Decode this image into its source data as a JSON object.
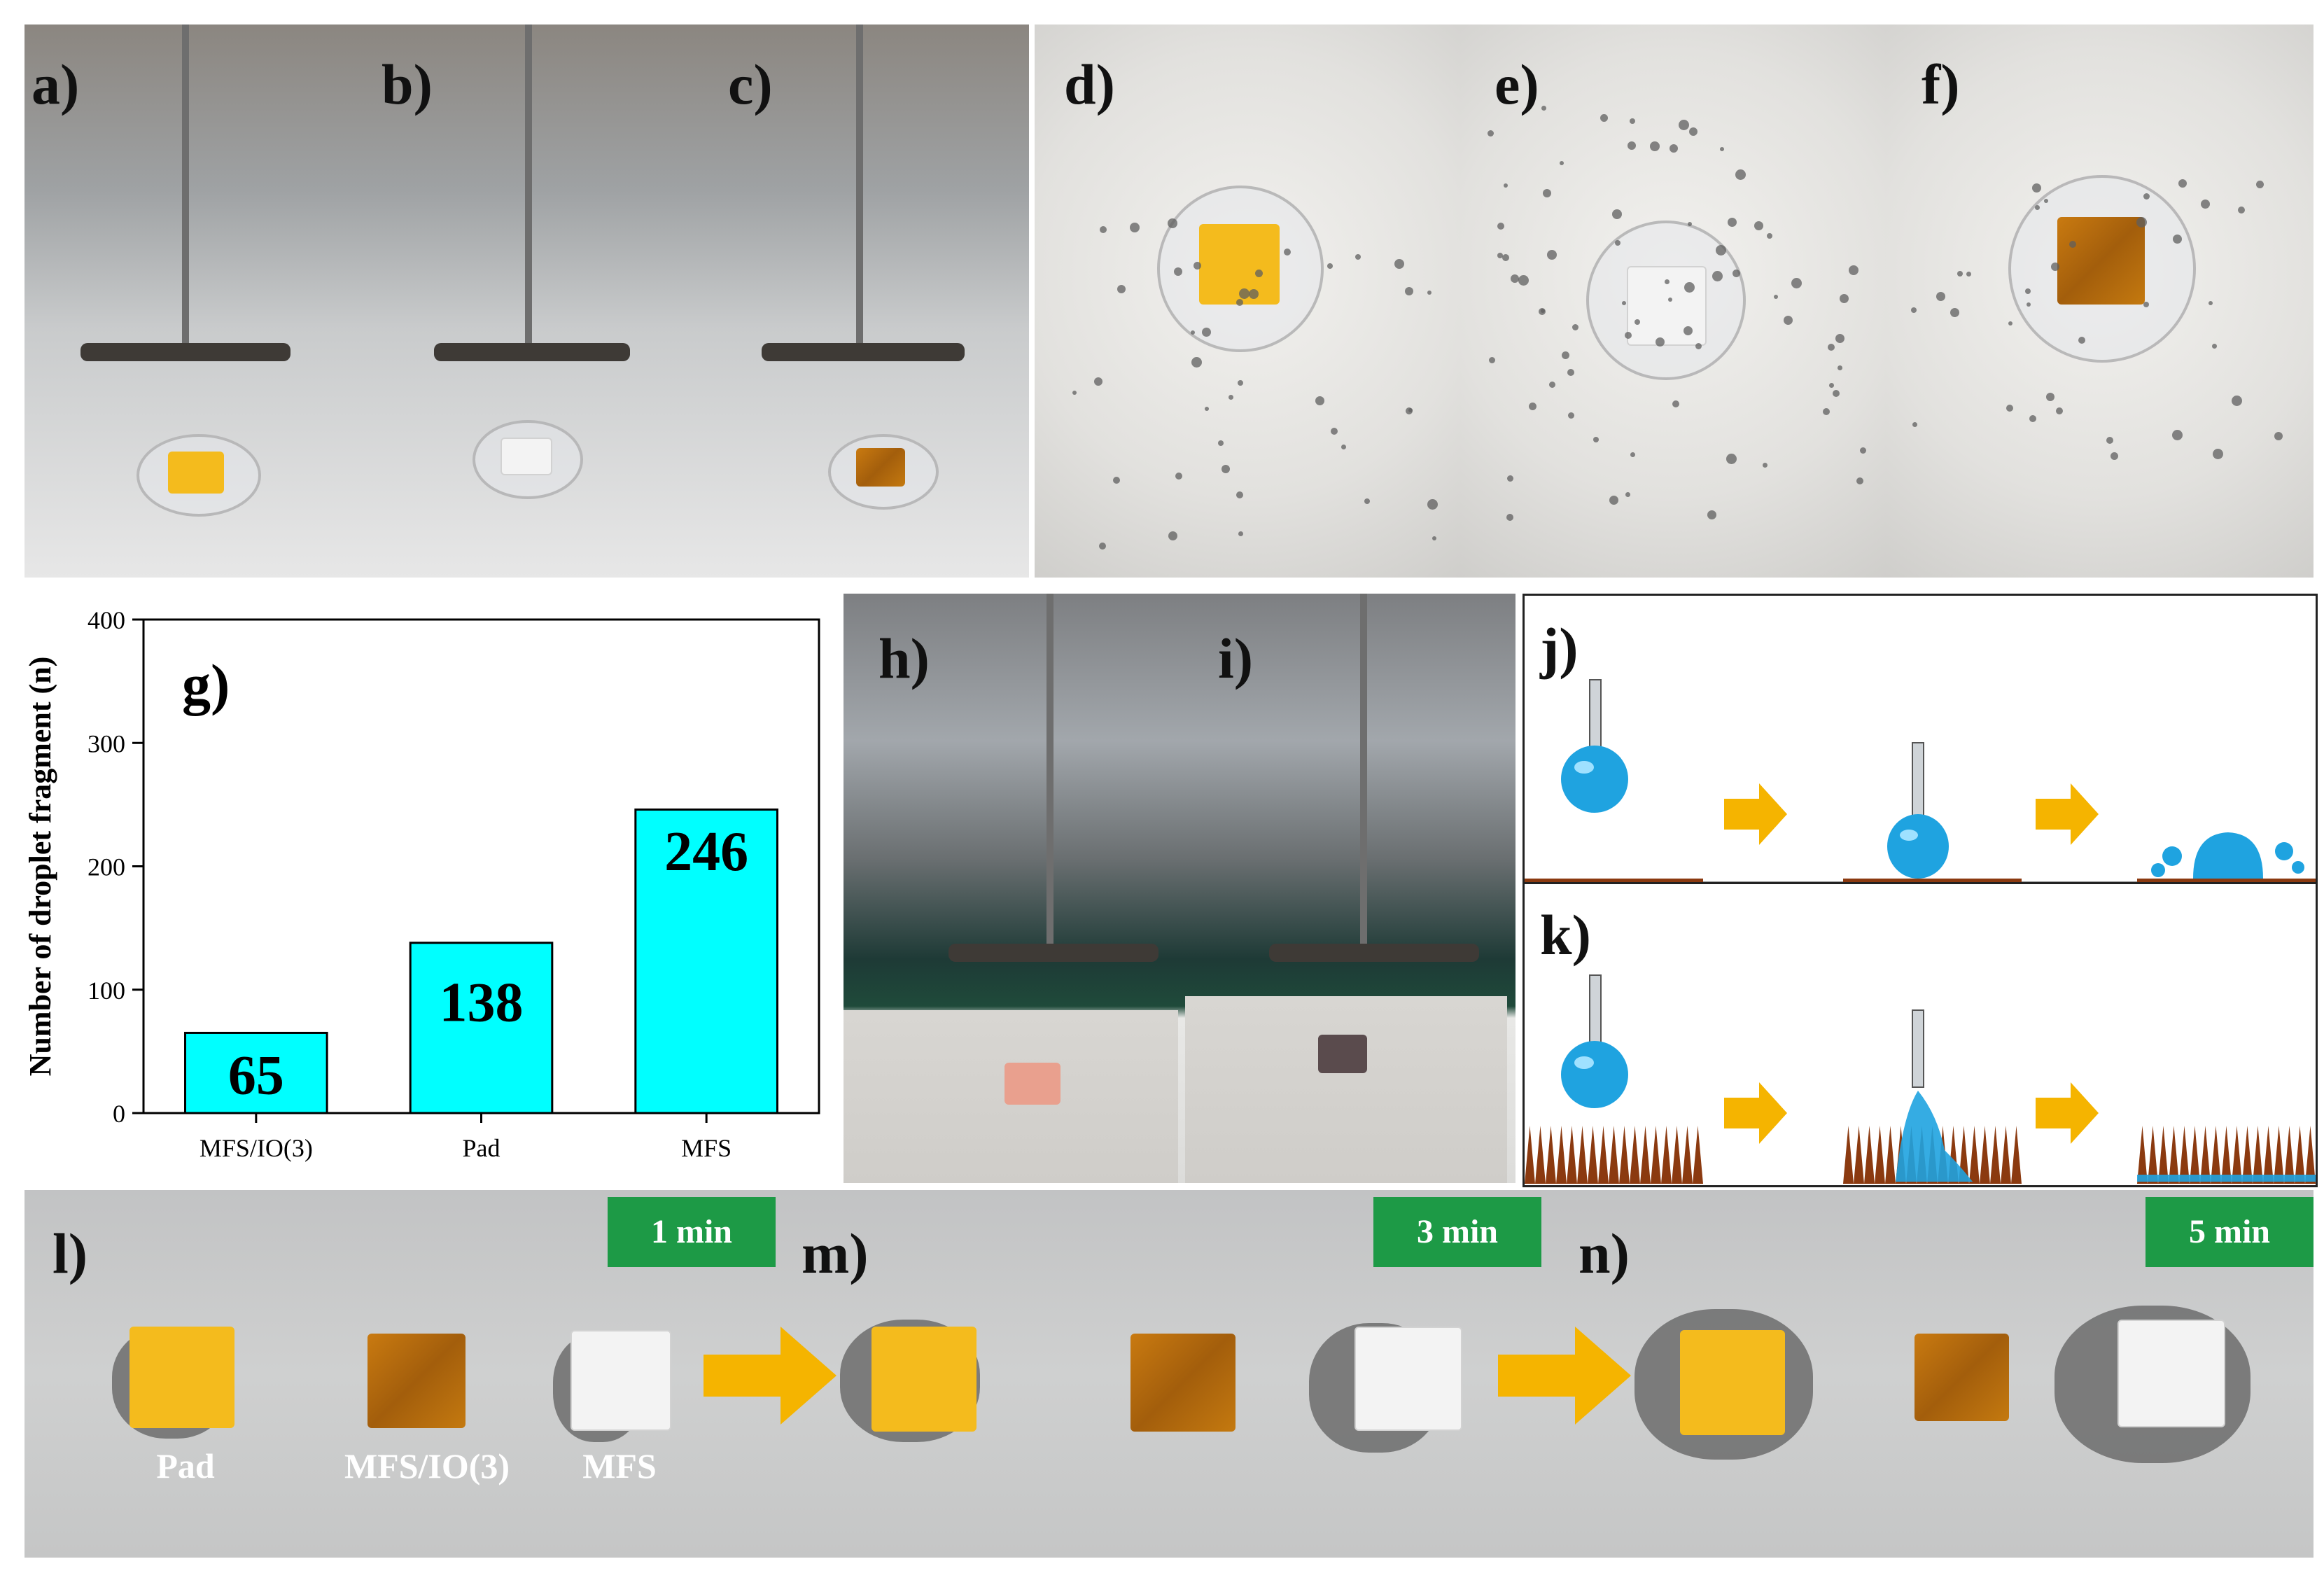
{
  "panels": {
    "a": "a)",
    "b": "b)",
    "c": "c)",
    "d": "d)",
    "e": "e)",
    "f": "f)",
    "g": "g)",
    "h": "h)",
    "i": "i)",
    "j": "j)",
    "k": "k)",
    "l": "l)",
    "m": "m)",
    "n": "n)"
  },
  "timers": {
    "l": "1 min",
    "m": "3 min",
    "n": "5 min"
  },
  "bottom_captions": [
    "Pad",
    "MFS/IO(3)",
    "MFS"
  ],
  "colors": {
    "bar_fill": "#00ffff",
    "pad_yellow": "#f4bb1d",
    "mfs_io_orange": "#b8690e",
    "timer_green": "#1d9a46",
    "arrow_orange": "#f5b400",
    "droplet_blue": "#1fa3e0",
    "surface_brown": "#8b3a10"
  },
  "chart_data": {
    "type": "bar",
    "categories": [
      "MFS/IO(3)",
      "Pad",
      "MFS"
    ],
    "values": [
      65,
      138,
      246
    ],
    "data_labels": [
      "65",
      "138",
      "246"
    ],
    "title": "",
    "xlabel": "",
    "ylabel": "Number of droplet fragment (n)",
    "ylim": [
      0,
      400
    ],
    "yticks": [
      0,
      100,
      200,
      300,
      400
    ],
    "grid": false,
    "legend": "none"
  }
}
